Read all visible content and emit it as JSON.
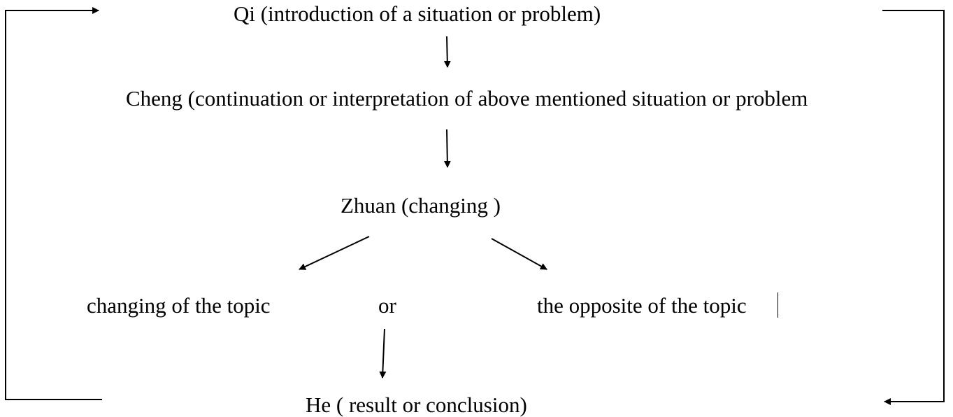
{
  "diagram": {
    "nodes": {
      "qi": "Qi (introduction of a situation or problem)",
      "cheng": "Cheng (continuation or interpretation of above mentioned situation or problem",
      "zhuan": "Zhuan (changing )",
      "changing_topic": "changing of the topic",
      "or": "or",
      "opposite_topic": "the opposite of the topic",
      "he": "He ( result or conclusion)"
    },
    "edges": [
      {
        "from": "qi",
        "to": "cheng"
      },
      {
        "from": "cheng",
        "to": "zhuan"
      },
      {
        "from": "zhuan",
        "to": "changing_topic"
      },
      {
        "from": "zhuan",
        "to": "opposite_topic"
      },
      {
        "from": "or",
        "to": "he"
      },
      {
        "from": "he",
        "to": "qi",
        "route": "left-loop"
      },
      {
        "from": "qi",
        "to": "he",
        "route": "right-loop"
      }
    ],
    "colors": {
      "ink": "#000000",
      "background": "#ffffff"
    }
  }
}
